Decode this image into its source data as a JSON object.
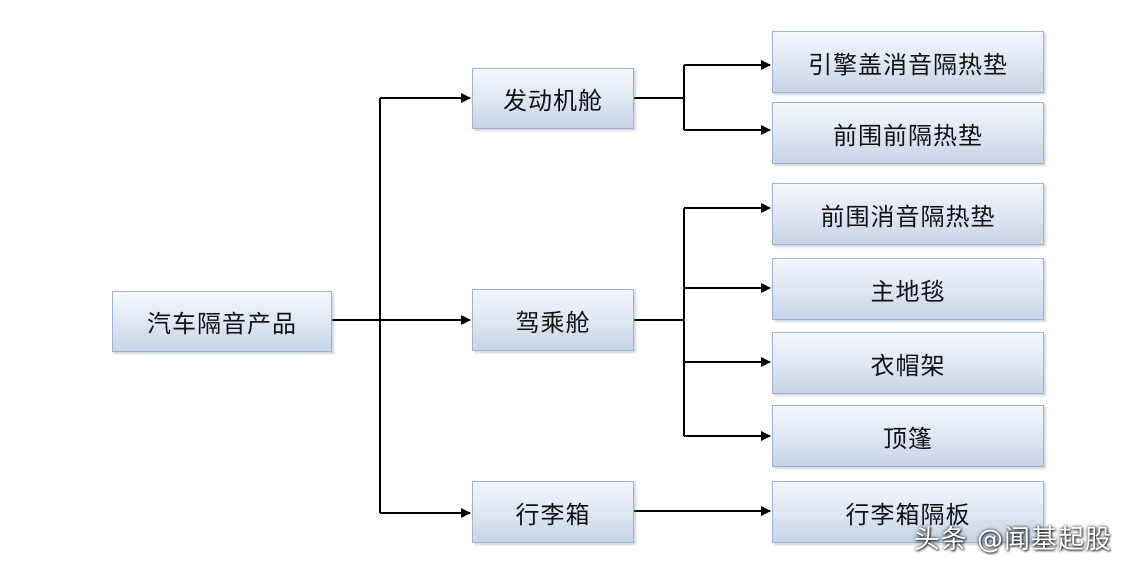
{
  "diagram": {
    "root": "汽车隔音产品",
    "categories": [
      {
        "label": "发动机舱",
        "children": [
          "引擎盖消音隔热垫",
          "前围前隔热垫"
        ]
      },
      {
        "label": "驾乘舱",
        "children": [
          "前围消音隔热垫",
          "主地毯",
          "衣帽架",
          "顶篷"
        ]
      },
      {
        "label": "行李箱",
        "children": [
          "行李箱隔板"
        ]
      }
    ]
  },
  "watermark": "头条 @闻基起股"
}
